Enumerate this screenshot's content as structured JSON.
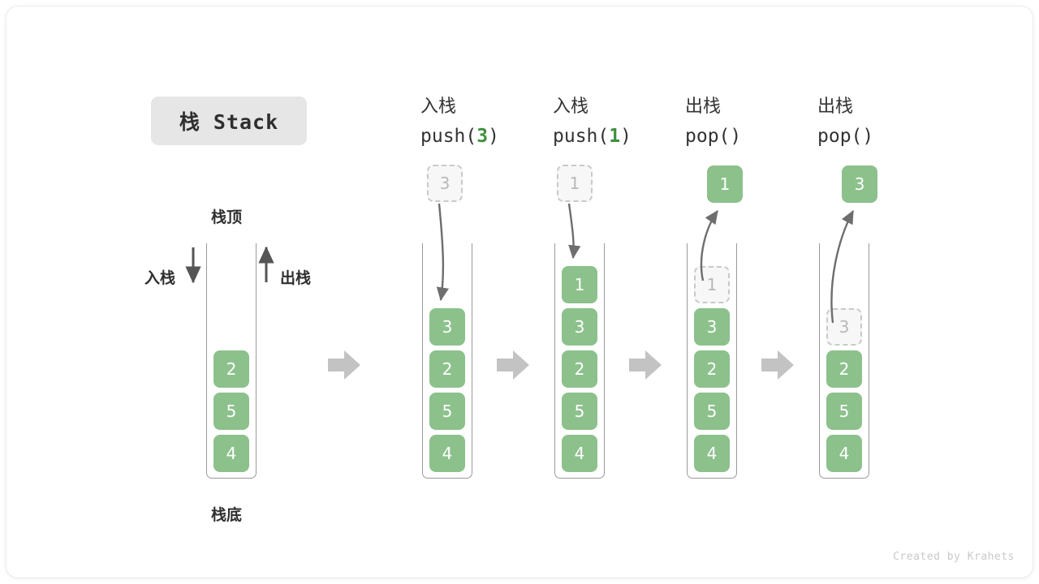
{
  "title": {
    "badge_label": "栈 Stack"
  },
  "colors": {
    "cell_fill": "#8cc18c",
    "cell_text": "#ffffff",
    "ghost_fill": "#f7f7f7",
    "ghost_border": "#c9c9c9",
    "ghost_text": "#b8b8b8",
    "accent_green": "#3f8f3f",
    "arrow_gray": "#bfbfbf",
    "curve_gray": "#6e6e6e",
    "wall_gray": "#9a9a9a",
    "badge_bg": "#e6e6e6"
  },
  "labels": {
    "top": "栈顶",
    "bottom": "栈底",
    "push": "入栈",
    "pop": "出栈"
  },
  "columns": [
    {
      "id": "initial",
      "header_cn": "",
      "header_code": "",
      "stack": [
        "2",
        "5",
        "4"
      ],
      "floating": null,
      "ghost_index": null
    },
    {
      "id": "push-3",
      "header_cn": "入栈",
      "header_code_prefix": "push(",
      "header_code_num": "3",
      "header_code_suffix": ")",
      "stack": [
        "3",
        "2",
        "5",
        "4"
      ],
      "floating": {
        "value": "3",
        "style": "ghost",
        "direction": "in"
      },
      "ghost_index": null
    },
    {
      "id": "push-1",
      "header_cn": "入栈",
      "header_code_prefix": "push(",
      "header_code_num": "1",
      "header_code_suffix": ")",
      "stack": [
        "1",
        "3",
        "2",
        "5",
        "4"
      ],
      "floating": {
        "value": "1",
        "style": "ghost",
        "direction": "in"
      },
      "ghost_index": null
    },
    {
      "id": "pop-1",
      "header_cn": "出栈",
      "header_code_prefix": "pop(",
      "header_code_num": "",
      "header_code_suffix": ")",
      "stack": [
        "1",
        "3",
        "2",
        "5",
        "4"
      ],
      "floating": {
        "value": "1",
        "style": "filled",
        "direction": "out"
      },
      "ghost_index": 0
    },
    {
      "id": "pop-3",
      "header_cn": "出栈",
      "header_code_prefix": "pop(",
      "header_code_num": "",
      "header_code_suffix": ")",
      "stack": [
        "3",
        "2",
        "5",
        "4"
      ],
      "floating": {
        "value": "3",
        "style": "filled",
        "direction": "out"
      },
      "ghost_index": 0
    }
  ],
  "footer": {
    "credit": "Created by Krahets"
  }
}
